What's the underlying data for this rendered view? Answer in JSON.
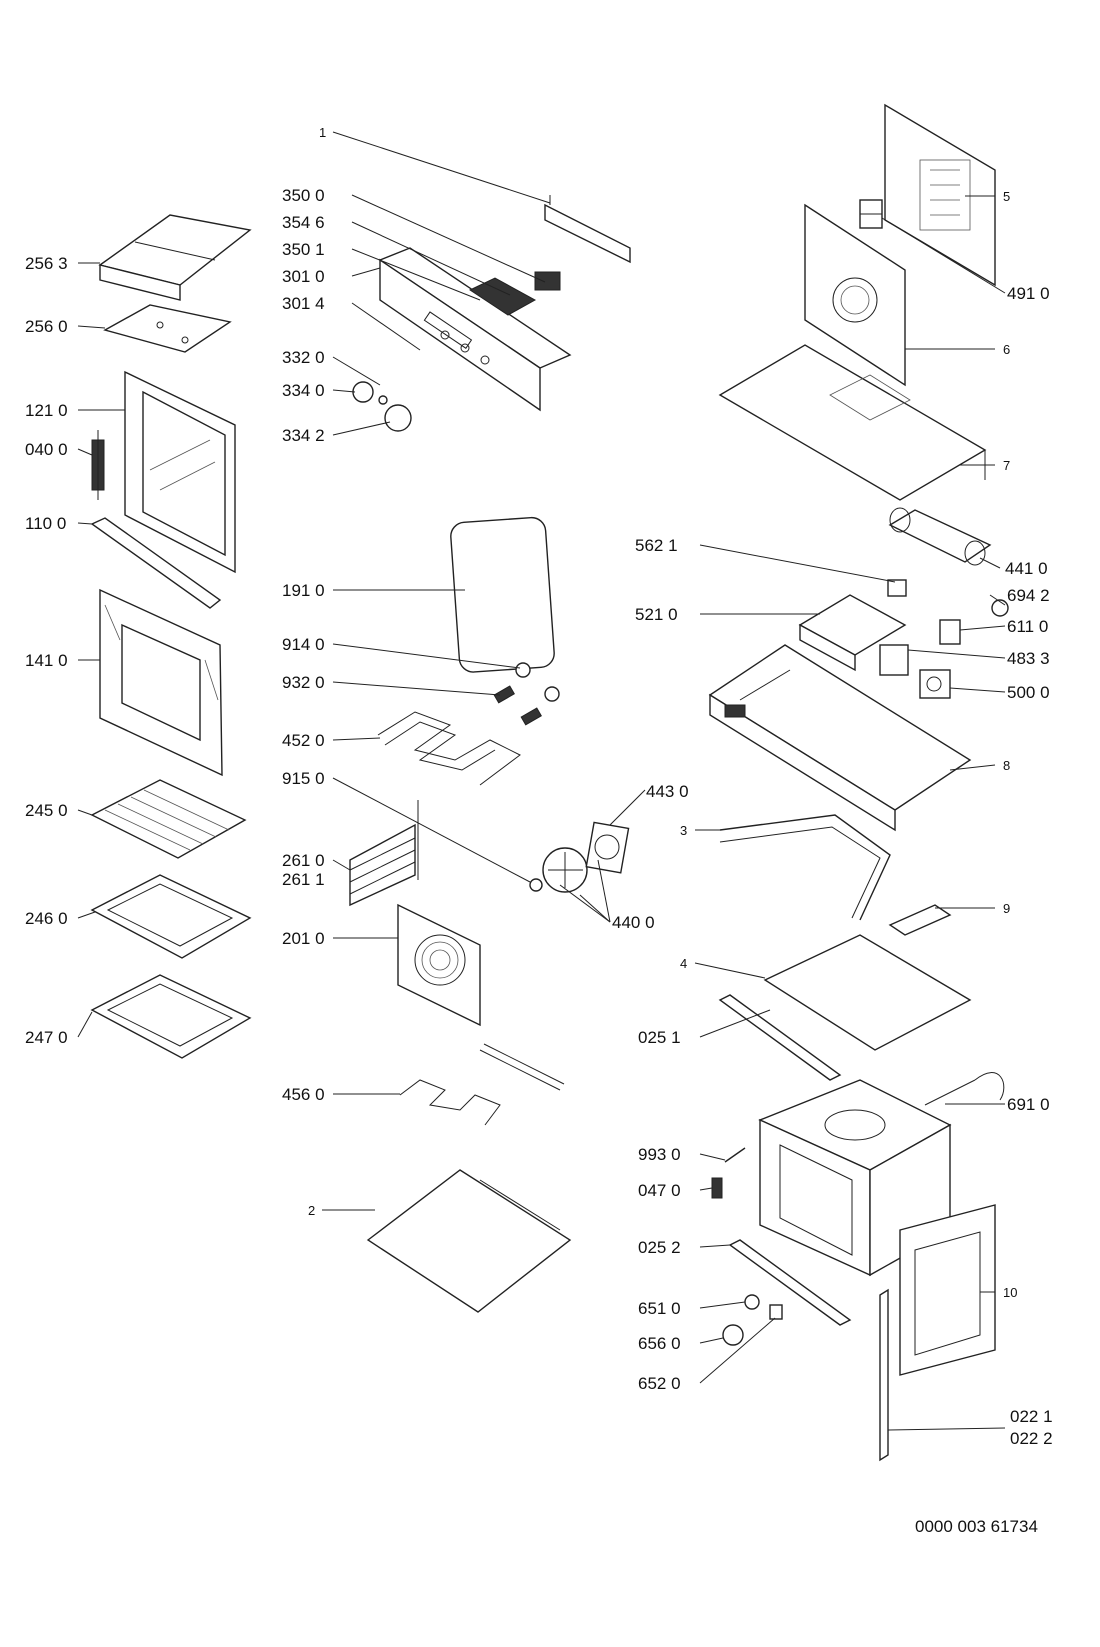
{
  "labels": {
    "l_1": "1",
    "l_350_0": "350 0",
    "l_354_6": "354 6",
    "l_350_1": "350 1",
    "l_301_0": "301 0",
    "l_301_4": "301 4",
    "l_332_0": "332 0",
    "l_334_0": "334 0",
    "l_334_2": "334 2",
    "l_256_3": "256 3",
    "l_256_0": "256 0",
    "l_121_0": "121 0",
    "l_040_0": "040 0",
    "l_110_0": "110 0",
    "l_141_0": "141 0",
    "l_245_0": "245 0",
    "l_246_0": "246 0",
    "l_247_0": "247 0",
    "l_191_0": "191 0",
    "l_914_0": "914 0",
    "l_932_0": "932 0",
    "l_452_0": "452 0",
    "l_915_0": "915 0",
    "l_261_0": "261 0",
    "l_261_1": "261 1",
    "l_201_0": "201 0",
    "l_456_0": "456 0",
    "l_2": "2",
    "l_443_0": "443 0",
    "l_440_0": "440 0",
    "l_5": "5",
    "l_491_0": "491 0",
    "l_6": "6",
    "l_7": "7",
    "l_562_1": "562 1",
    "l_441_0": "441 0",
    "l_694_2": "694 2",
    "l_521_0": "521 0",
    "l_611_0": "611 0",
    "l_483_3": "483 3",
    "l_500_0": "500 0",
    "l_8": "8",
    "l_3": "3",
    "l_9": "9",
    "l_4": "4",
    "l_025_1": "025 1",
    "l_691_0": "691 0",
    "l_993_0": "993 0",
    "l_047_0": "047 0",
    "l_025_2": "025 2",
    "l_651_0": "651 0",
    "l_656_0": "656 0",
    "l_652_0": "652 0",
    "l_10": "10",
    "l_022_1": "022 1",
    "l_022_2": "022 2"
  },
  "reference_number": "0000 003 61734"
}
